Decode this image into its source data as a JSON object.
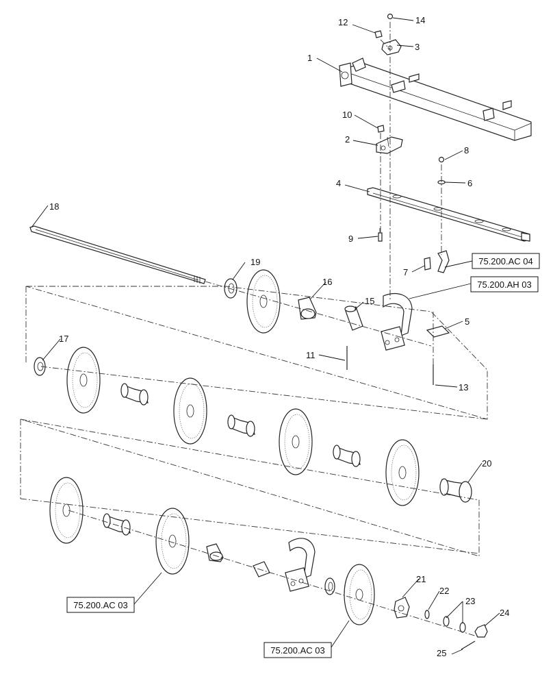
{
  "callouts": [
    {
      "id": "c1",
      "text": "1"
    },
    {
      "id": "c2",
      "text": "2"
    },
    {
      "id": "c3",
      "text": "3"
    },
    {
      "id": "c4",
      "text": "4"
    },
    {
      "id": "c5",
      "text": "5"
    },
    {
      "id": "c6",
      "text": "6"
    },
    {
      "id": "c7",
      "text": "7"
    },
    {
      "id": "c8",
      "text": "8"
    },
    {
      "id": "c9",
      "text": "9"
    },
    {
      "id": "c10",
      "text": "10"
    },
    {
      "id": "c11",
      "text": "11"
    },
    {
      "id": "c12",
      "text": "12"
    },
    {
      "id": "c13",
      "text": "13"
    },
    {
      "id": "c14",
      "text": "14"
    },
    {
      "id": "c15",
      "text": "15"
    },
    {
      "id": "c16",
      "text": "16"
    },
    {
      "id": "c17",
      "text": "17"
    },
    {
      "id": "c18",
      "text": "18"
    },
    {
      "id": "c19",
      "text": "19"
    },
    {
      "id": "c20",
      "text": "20"
    },
    {
      "id": "c21",
      "text": "21"
    },
    {
      "id": "c22",
      "text": "22"
    },
    {
      "id": "c23",
      "text": "23"
    },
    {
      "id": "c24",
      "text": "24"
    },
    {
      "id": "c25",
      "text": "25"
    }
  ],
  "references": [
    {
      "id": "r1",
      "text": "75.200.AC 04"
    },
    {
      "id": "r2",
      "text": "75.200.AH 03"
    },
    {
      "id": "r3",
      "text": "75.200.AC 03"
    },
    {
      "id": "r4",
      "text": "75.200.AC 03"
    }
  ]
}
